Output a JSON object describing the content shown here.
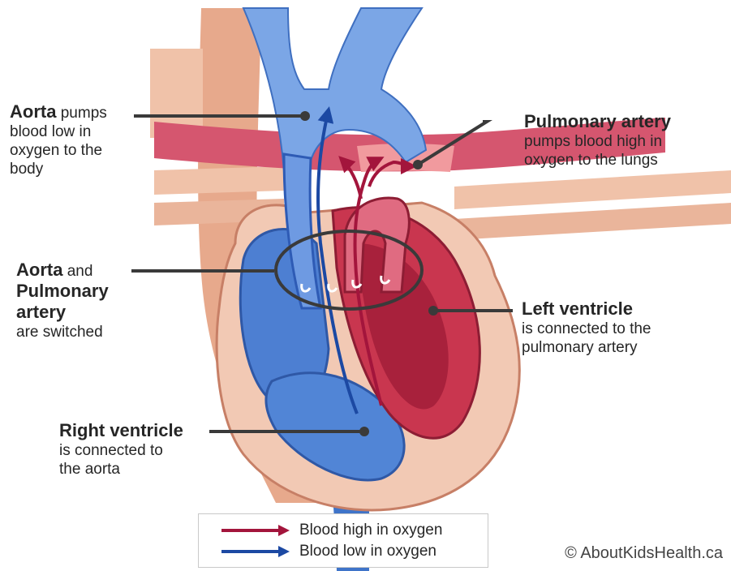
{
  "labels": {
    "aorta": {
      "title": "Aorta",
      "text_line1": " pumps",
      "text_line2": "blood low in",
      "text_line3": "oxygen to the",
      "text_line4": "body"
    },
    "pulmonary_artery": {
      "title": "Pulmonary artery",
      "text_line1": "pumps blood high in",
      "text_line2": "oxygen to the lungs"
    },
    "switched": {
      "title_a": "Aorta",
      "and": " and",
      "title_b1": "Pulmonary",
      "title_b2": "artery",
      "text": "are switched"
    },
    "left_ventricle": {
      "title": "Left ventricle",
      "text_line1": "is connected to the",
      "text_line2": "pulmonary artery"
    },
    "right_ventricle": {
      "title": "Right ventricle",
      "text_line1": "is connected to",
      "text_line2": "the aorta"
    }
  },
  "legend": {
    "high_oxygen": "Blood high in oxygen",
    "low_oxygen": "Blood low in oxygen",
    "high_color": "#a3153c",
    "low_color": "#1c49a3"
  },
  "credit": "© AboutKidsHealth.ca"
}
